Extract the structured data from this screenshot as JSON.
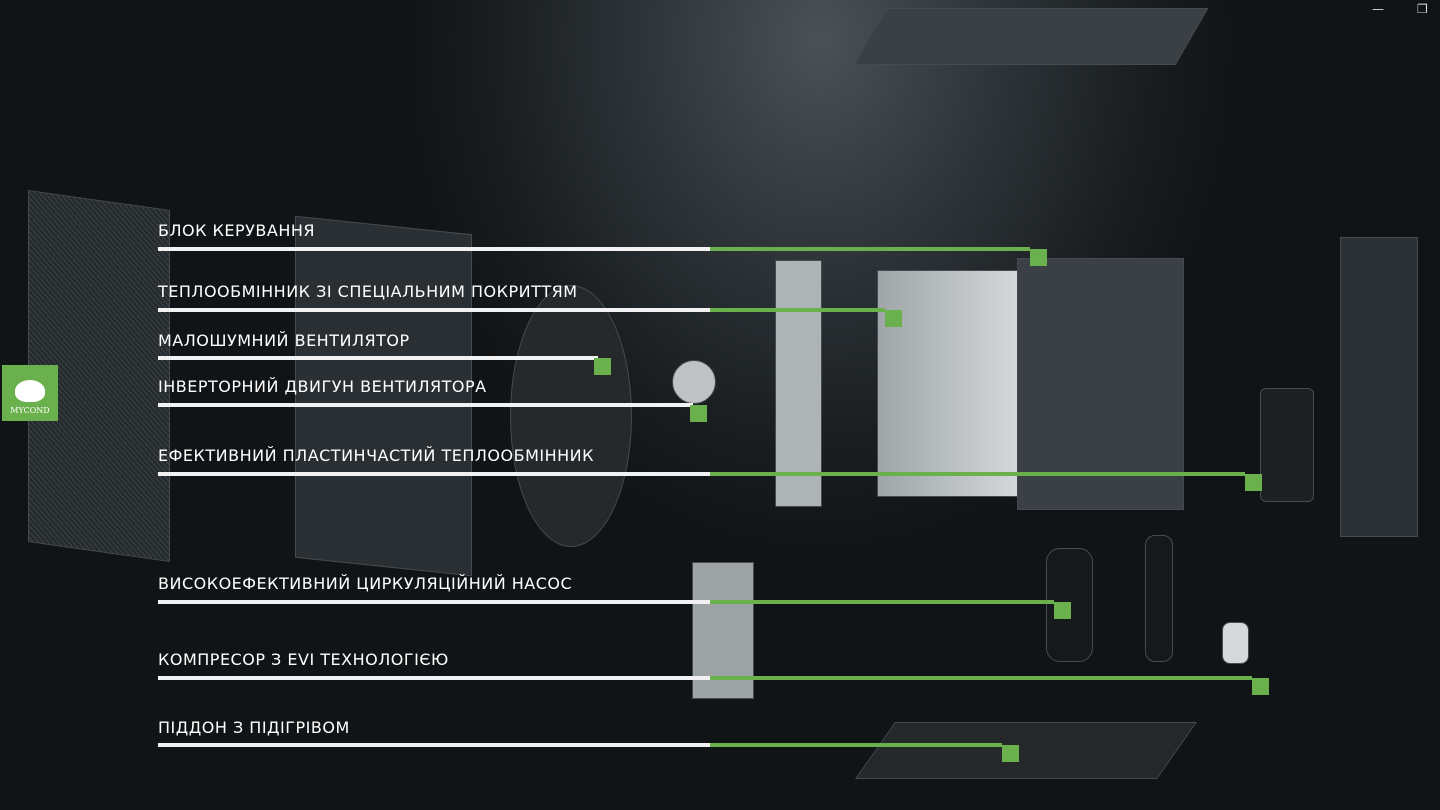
{
  "brand": {
    "logo_text": "MYCOND",
    "accent": "#6ab04c"
  },
  "window": {
    "minimize_icon": "minimize-icon",
    "restore_icon": "restore-icon"
  },
  "components": [
    {
      "label": "БЛОК КЕРУВАННЯ"
    },
    {
      "label": "ТЕПЛООБМІННИК ЗІ СПЕЦІАЛЬНИМ ПОКРИТТЯМ"
    },
    {
      "label": "МАЛОШУМНИЙ ВЕНТИЛЯТОР"
    },
    {
      "label": "ІНВЕРТОРНИЙ ДВИГУН ВЕНТИЛЯТОРА"
    },
    {
      "label": "ЕФЕКТИВНИЙ ПЛАСТИНЧАСТИЙ ТЕПЛООБМІННИК"
    },
    {
      "label": "ВИСОКОЕФЕКТИВНИЙ ЦИРКУЛЯЦІЙНИЙ НАСОС"
    },
    {
      "label": "КОМПРЕСОР З EVI ТЕХНОЛОГІЄЮ"
    },
    {
      "label": "ПІДДОН З ПІДІГРІВОМ"
    }
  ]
}
